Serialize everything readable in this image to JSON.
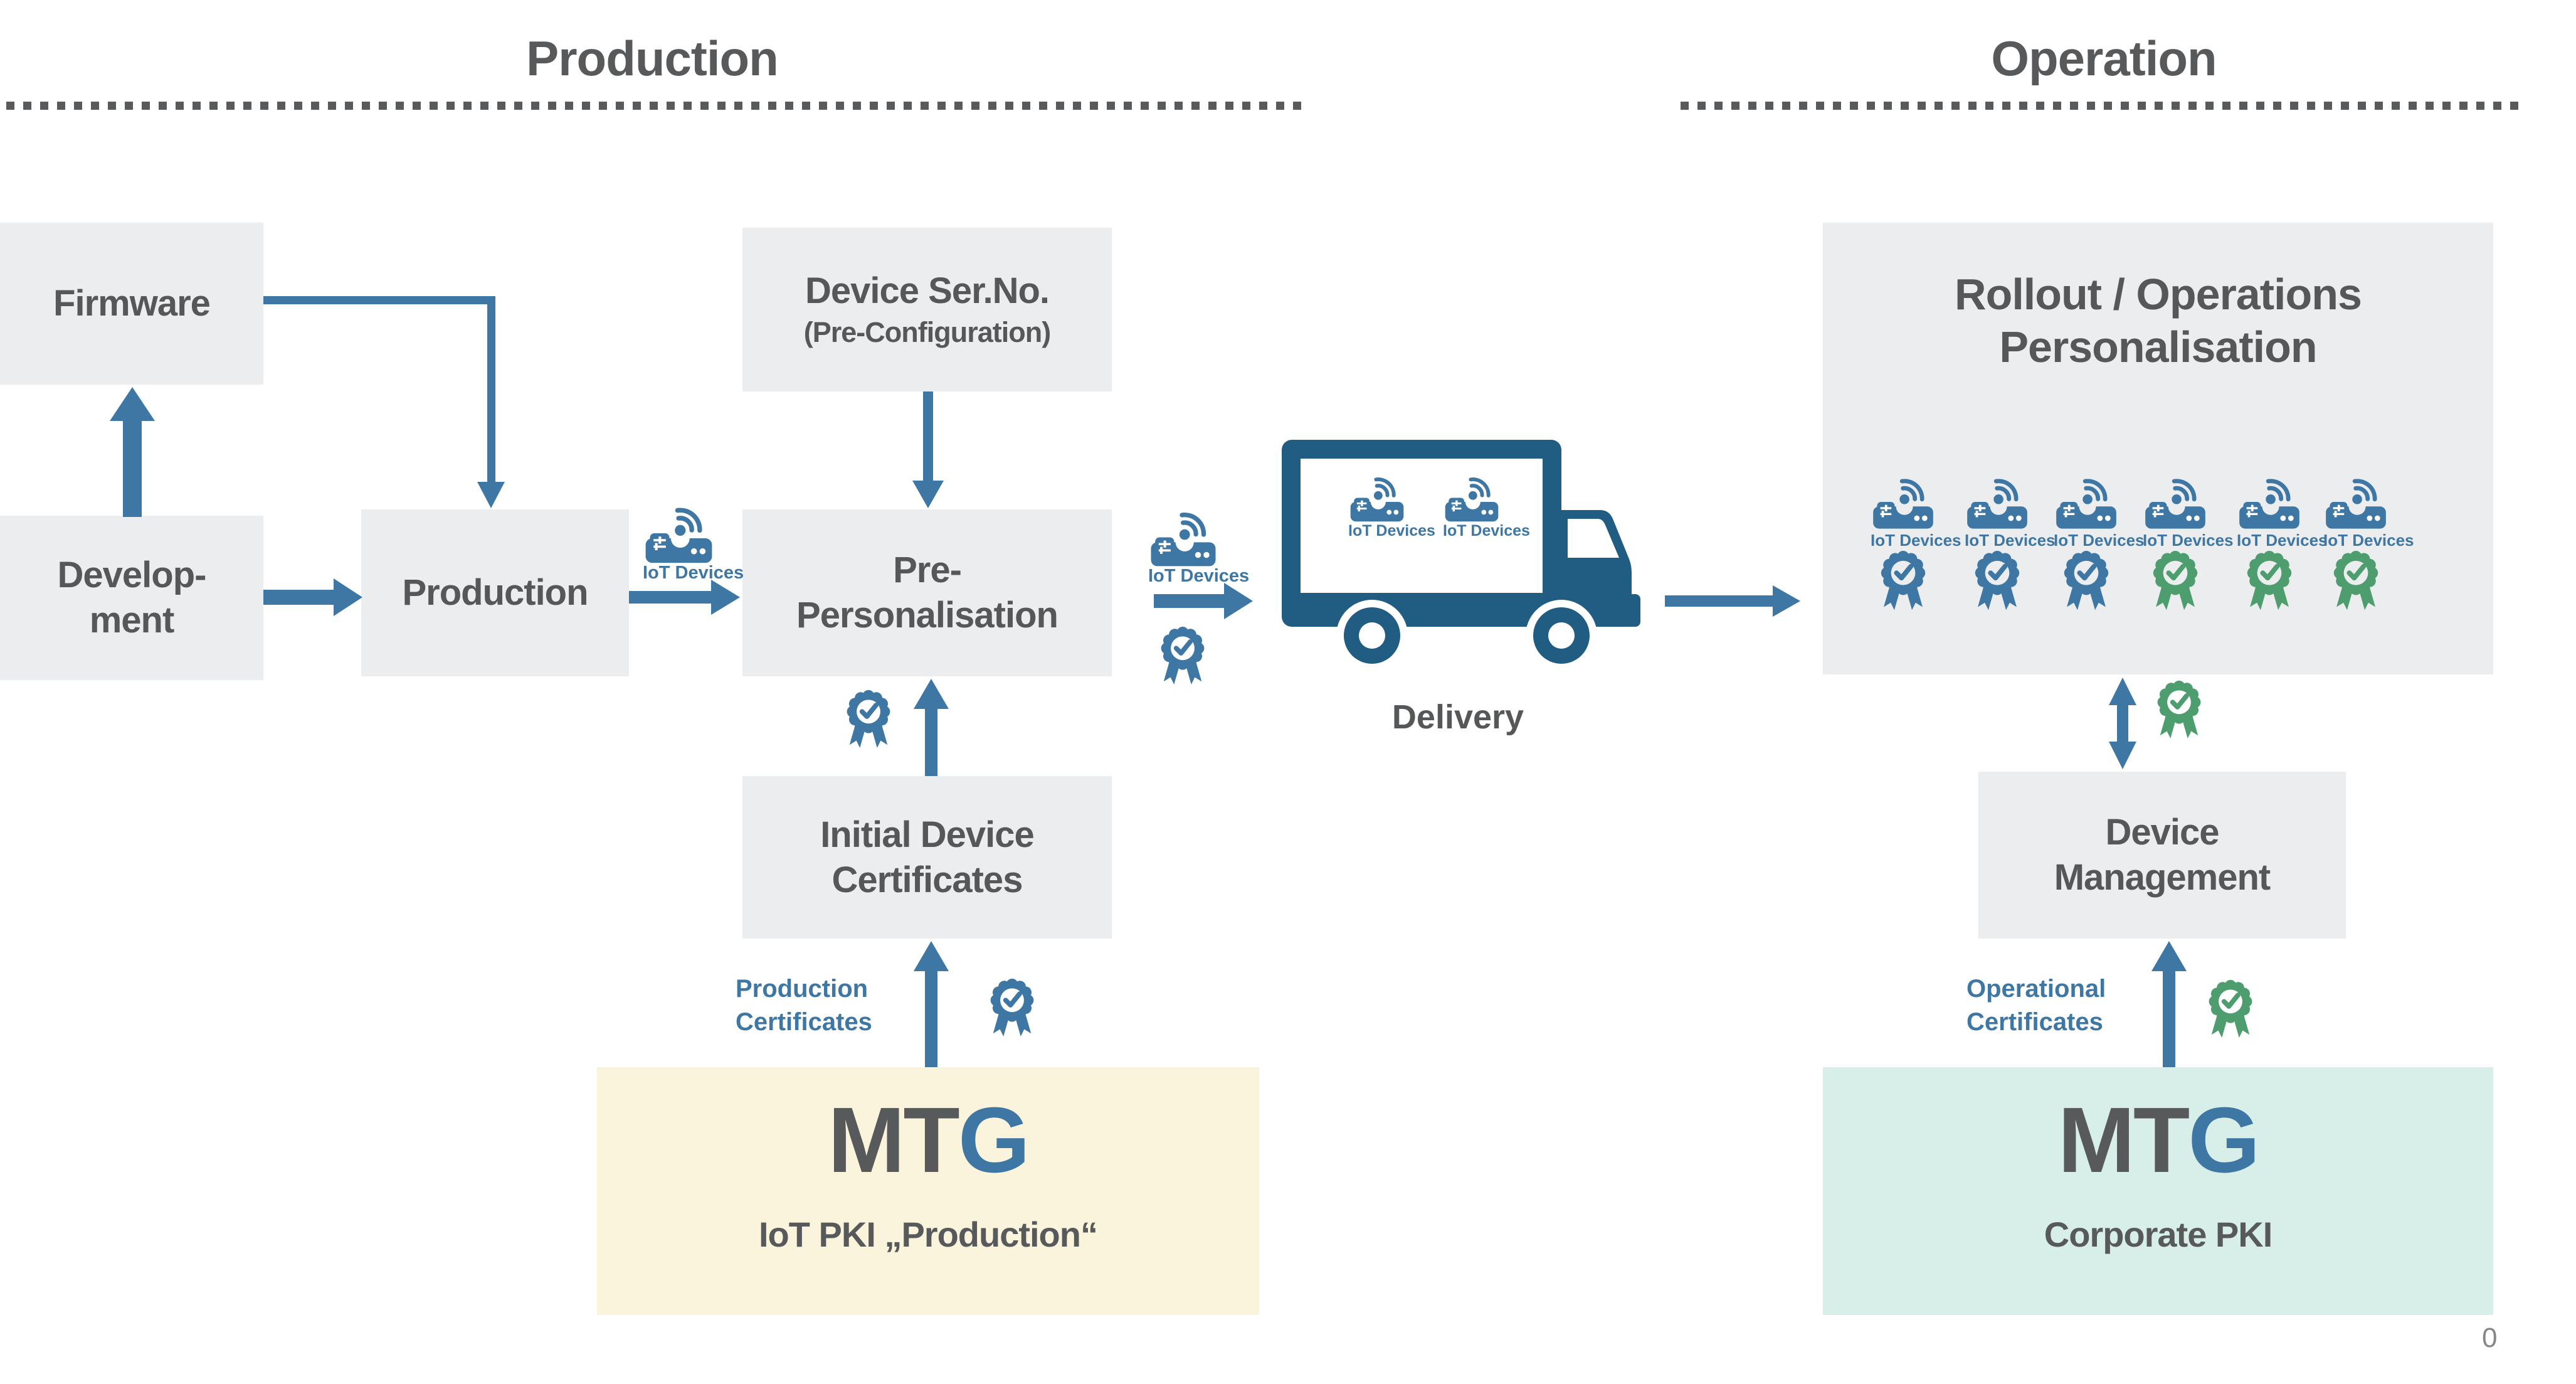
{
  "headers": {
    "production": "Production",
    "operation": "Operation"
  },
  "flow": {
    "firmware": {
      "label": "Firmware"
    },
    "development": {
      "line1": "Develop-",
      "line2": "ment"
    },
    "production": {
      "label": "Production"
    },
    "device_serno": {
      "line1": "Device Ser.No.",
      "line2": "(Pre-Configuration)"
    },
    "pre_personalisation": {
      "line1": "Pre-",
      "line2": "Personalisation"
    },
    "initial_certs": {
      "line1": "Initial Device",
      "line2": "Certificates"
    },
    "rollout": {
      "line1": "Rollout / Operations",
      "line2": "Personalisation"
    },
    "device_mgmt": {
      "line1": "Device",
      "line2": "Management"
    }
  },
  "pki_production": {
    "logo_mt": "MT",
    "logo_g": "G",
    "subtitle": "IoT PKI „Production“"
  },
  "pki_corporate": {
    "logo_mt": "MT",
    "logo_g": "G",
    "subtitle": "Corporate PKI"
  },
  "labels": {
    "iot_devices": "IoT Devices",
    "production_certs_line1": "Production",
    "production_certs_line2": "Certificates",
    "operational_certs_line1": "Operational",
    "operational_certs_line2": "Certificates",
    "delivery": "Delivery",
    "page_number": "0"
  },
  "colors": {
    "blue": "#3E76A4",
    "green": "#4E9D6F",
    "truck_blue": "#215C82",
    "box_gray": "#EBEDEE",
    "beige": "#F9F4DB",
    "teal": "#D8EEE8",
    "text": "#565759"
  },
  "rollout_devices": {
    "count": 6,
    "badge_colors": [
      "blue",
      "blue",
      "blue",
      "green",
      "green",
      "green"
    ]
  }
}
